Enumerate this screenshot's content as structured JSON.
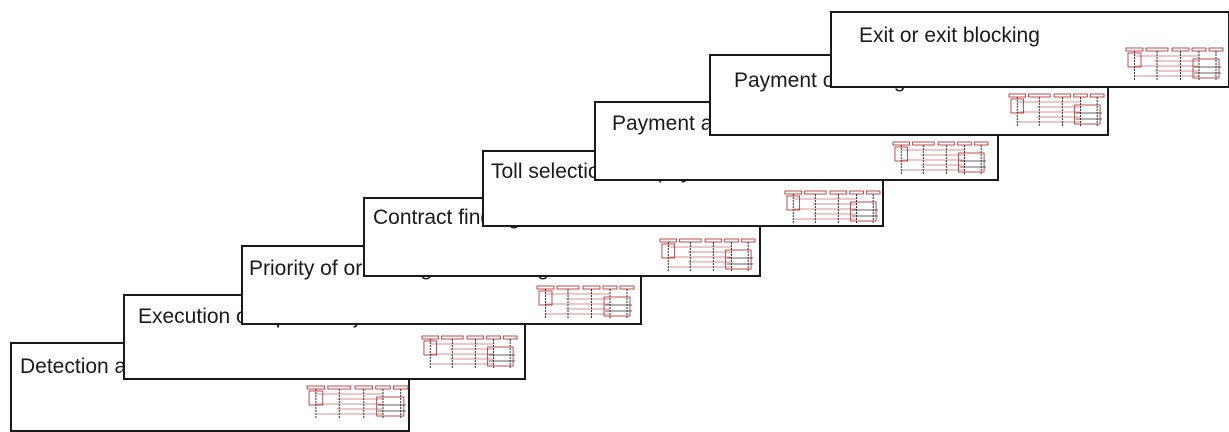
{
  "steps": [
    {
      "label": "Detection and identification of user"
    },
    {
      "label": "Execution of input or rejection"
    },
    {
      "label": "Priority of orders rights checking"
    },
    {
      "label": "Contract finding and verification"
    },
    {
      "label": "Toll selection and payment"
    },
    {
      "label": "Payment acceptance and recording"
    },
    {
      "label": "Payment checking"
    },
    {
      "label": "Exit or exit blocking"
    }
  ],
  "colors": {
    "border": "#1a1a1a",
    "diagram_accent": "#b22222",
    "diagram_lines": "#333333"
  }
}
